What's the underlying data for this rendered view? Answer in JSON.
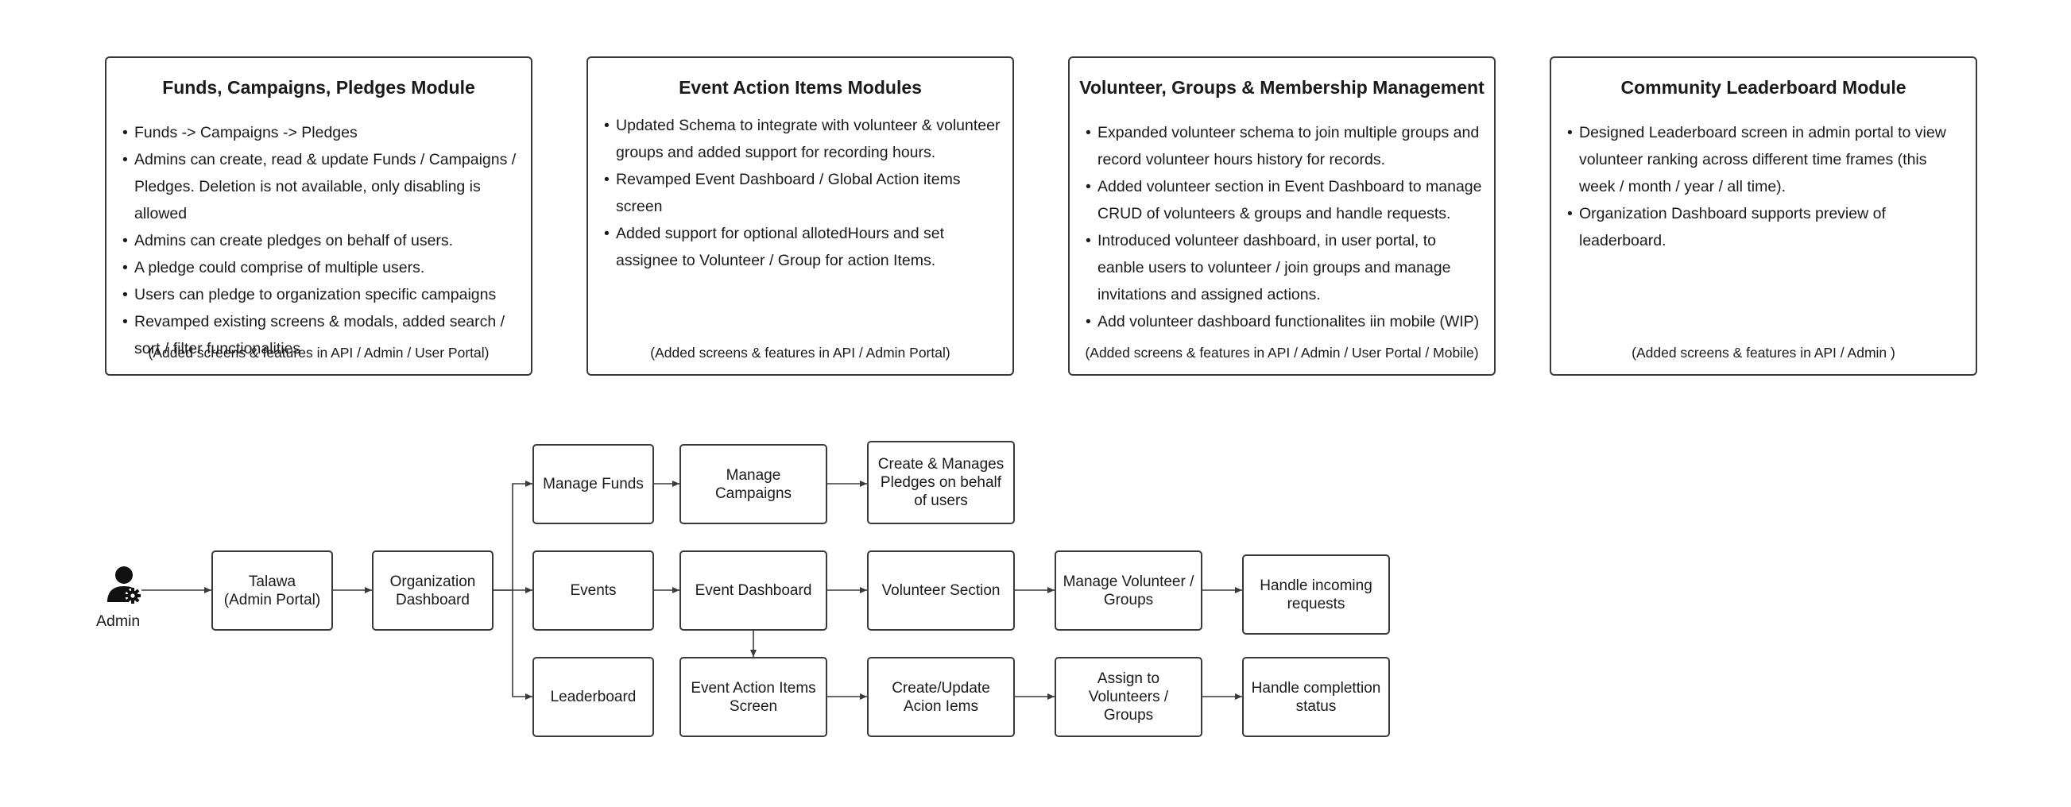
{
  "modules": [
    {
      "title": "Funds, Campaigns, Pledges Module",
      "items": [
        "Funds -> Campaigns -> Pledges",
        "Admins can create, read & update Funds / Campaigns  / Pledges. Deletion is not available, only disabling is allowed",
        "Admins can create pledges on behalf of users.",
        "A pledge could comprise of multiple users.",
        "Users can pledge to organization specific campaigns",
        "Revamped existing screens & modals, added search / sort / filter functionalities"
      ],
      "footer": "(Added screens & features in API / Admin / User Portal)"
    },
    {
      "title": "Event Action Items Modules",
      "items": [
        "Updated Schema to integrate with volunteer & volunteer groups and added support for recording hours.",
        "Revamped Event Dashboard / Global Action items screen",
        "Added support for optional allotedHours and set assignee to Volunteer / Group for action Items."
      ],
      "footer": "(Added screens & features in API / Admin Portal)"
    },
    {
      "title": "Volunteer, Groups & Membership Management",
      "items": [
        "Expanded volunteer schema to join multiple groups and record volunteer hours history for records.",
        "Added volunteer section in Event Dashboard to manage CRUD of volunteers & groups and handle requests.",
        "Introduced volunteer dashboard, in user portal, to eanble users to volunteer / join groups and manage invitations and assigned actions.",
        "Add volunteer dashboard functionalites iin mobile (WIP)"
      ],
      "footer": "(Added screens & features in API / Admin / User Portal / Mobile)"
    },
    {
      "title": "Community Leaderboard Module",
      "items": [
        "Designed Leaderboard screen in admin portal to view volunteer ranking across different time frames (this week / month / year / all time).",
        "Organization Dashboard supports preview of leaderboard."
      ],
      "footer": "(Added screens & features in API / Admin )"
    }
  ],
  "flow": {
    "actor": {
      "label": "Admin",
      "icon": "admin-user-gear-icon"
    },
    "nodes": {
      "talawa": "Talawa\n(Admin Portal)",
      "org_dashboard": "Organization\nDashboard",
      "manage_funds": "Manage Funds",
      "manage_campaigns": "Manage\nCampaigns",
      "create_pledges": "Create & Manages\nPledges on behalf\nof users",
      "events": "Events",
      "event_dashboard": "Event Dashboard",
      "volunteer_section": "Volunteer Section",
      "manage_volunteer_groups": "Manage Volunteer /\nGroups",
      "handle_requests": "Handle incoming\nrequests",
      "leaderboard": "Leaderboard",
      "event_action_items": "Event Action Items\nScreen",
      "create_update_items": "Create/Update\nAcion Iems",
      "assign_volunteers": "Assign to\nVolunteers /\nGroups",
      "handle_completion": "Handle complettion\nstatus"
    }
  },
  "colors": {
    "stroke": "#3a3a3a",
    "text": "#1a1a1a",
    "background": "#ffffff"
  }
}
